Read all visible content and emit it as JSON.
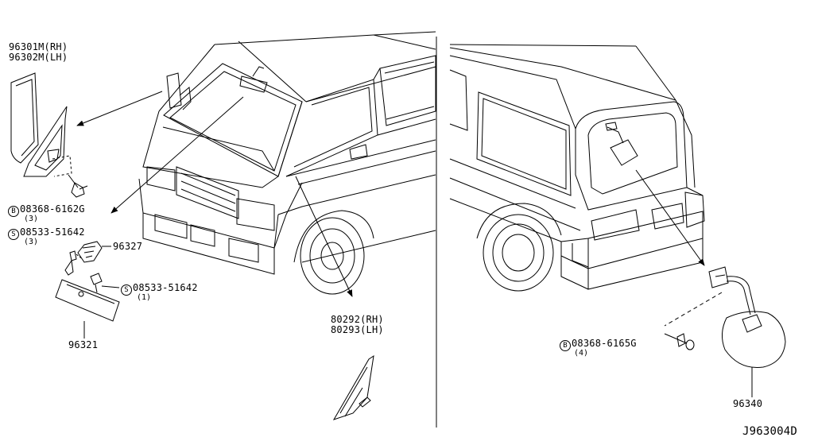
{
  "parts": {
    "outside_mirror_rh": "96301M(RH)",
    "outside_mirror_lh": "96302M(LH)",
    "bolt_b1": "08368-6162G",
    "bolt_b1_qty": "(3)",
    "screw_s1": "08533-51642",
    "screw_s1_qty": "(3)",
    "bracket": "96327",
    "screw_s2": "08533-51642",
    "screw_s2_qty": "(1)",
    "inside_mirror": "96321",
    "corner_finisher_rh": "80292(RH)",
    "corner_finisher_lh": "80293(LH)",
    "bolt_b2": "08368-6165G",
    "bolt_b2_qty": "(4)",
    "rear_under_mirror": "96340"
  },
  "markers": {
    "bolt": "B",
    "screw": "S"
  },
  "diagram_code": "J963004D",
  "colors": {
    "line": "#000000",
    "background": "#ffffff"
  }
}
